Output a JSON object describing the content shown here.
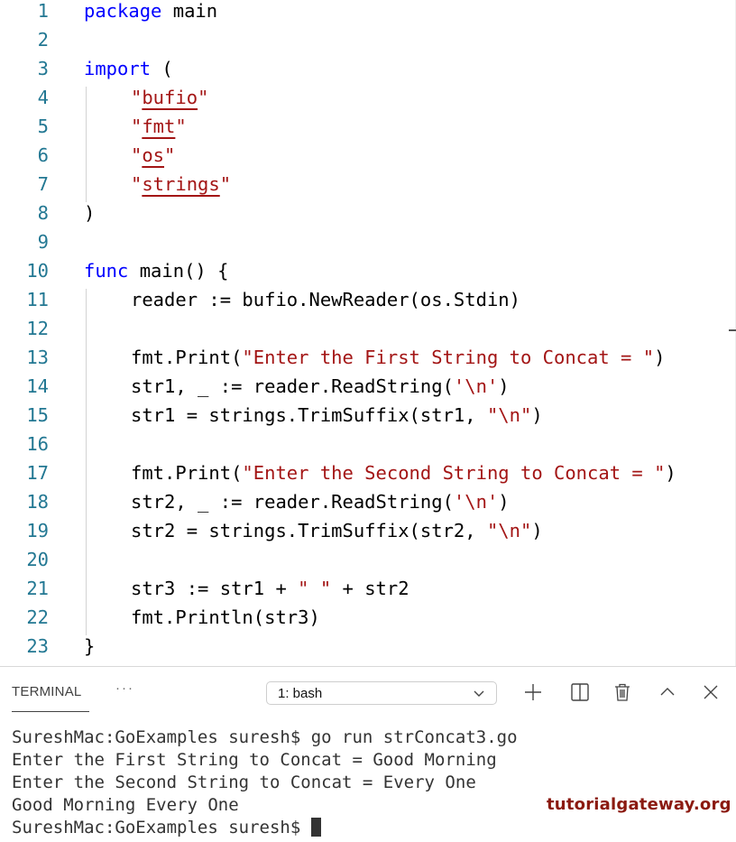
{
  "editor": {
    "line_numbers": [
      "1",
      "2",
      "3",
      "4",
      "5",
      "6",
      "7",
      "8",
      "9",
      "10",
      "11",
      "12",
      "13",
      "14",
      "15",
      "16",
      "17",
      "18",
      "19",
      "20",
      "21",
      "22",
      "23"
    ],
    "lines": {
      "l1": {
        "kw": "package",
        "rest": " main"
      },
      "l3": {
        "kw": "import",
        "rest": " ("
      },
      "l4": {
        "q1": "\"",
        "s": "bufio",
        "q2": "\""
      },
      "l5": {
        "q1": "\"",
        "s": "fmt",
        "q2": "\""
      },
      "l6": {
        "q1": "\"",
        "s": "os",
        "q2": "\""
      },
      "l7": {
        "q1": "\"",
        "s": "strings",
        "q2": "\""
      },
      "l8": {
        "rest": ")"
      },
      "l10": {
        "kw": "func",
        "rest": " main() {"
      },
      "l11": {
        "rest": "reader := bufio.NewReader(os.Stdin)"
      },
      "l13": {
        "pre": "fmt.Print(",
        "s": "\"Enter the First String to Concat = \"",
        "post": ")"
      },
      "l14": {
        "pre": "str1, _ := reader.ReadString(",
        "s": "'\\n'",
        "post": ")"
      },
      "l15": {
        "pre": "str1 = strings.TrimSuffix(str1, ",
        "s": "\"\\n\"",
        "post": ")"
      },
      "l17": {
        "pre": "fmt.Print(",
        "s": "\"Enter the Second String to Concat = \"",
        "post": ")"
      },
      "l18": {
        "pre": "str2, _ := reader.ReadString(",
        "s": "'\\n'",
        "post": ")"
      },
      "l19": {
        "pre": "str2 = strings.TrimSuffix(str2, ",
        "s": "\"\\n\"",
        "post": ")"
      },
      "l21": {
        "pre": "str3 := str1 + ",
        "s": "\" \"",
        "post": " + str2"
      },
      "l22": {
        "rest": "fmt.Println(str3)"
      },
      "l23": {
        "rest": "}"
      }
    }
  },
  "panel": {
    "tab_label": "TERMINAL",
    "more_label": "···",
    "terminal_select": "1: bash",
    "icons": [
      "plus-icon",
      "split-icon",
      "trash-icon",
      "chevron-up-icon",
      "close-icon"
    ]
  },
  "terminal": {
    "lines": [
      "SureshMac:GoExamples suresh$ go run strConcat3.go",
      "Enter the First String to Concat = Good Morning",
      "Enter the Second String to Concat = Every One",
      "Good Morning Every One",
      "SureshMac:GoExamples suresh$ "
    ]
  },
  "watermark": "tutorialgateway.org",
  "colors": {
    "keyword": "#0000ff",
    "string": "#a31515",
    "line_number": "#237893",
    "brand": "#8b1a10"
  }
}
